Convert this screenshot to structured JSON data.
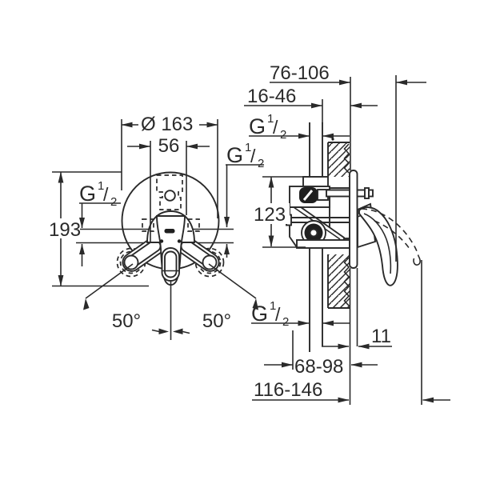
{
  "labels": {
    "diameter": "Ø 163",
    "spacing": "56",
    "height": "193",
    "body_height": "123",
    "depth_max": "76-106",
    "depth_min": "16-46",
    "plate_depth": "11",
    "range_mid": "68-98",
    "range_total": "116-146",
    "angle_left": "50°",
    "angle_right": "50°",
    "g_half": {
      "g": "G",
      "sup": "1",
      "slash": "/",
      "sub": "2"
    }
  },
  "colors": {
    "ink": "#2a2a2a",
    "dark_fill": "#1f1f1f",
    "background": "#ffffff"
  }
}
